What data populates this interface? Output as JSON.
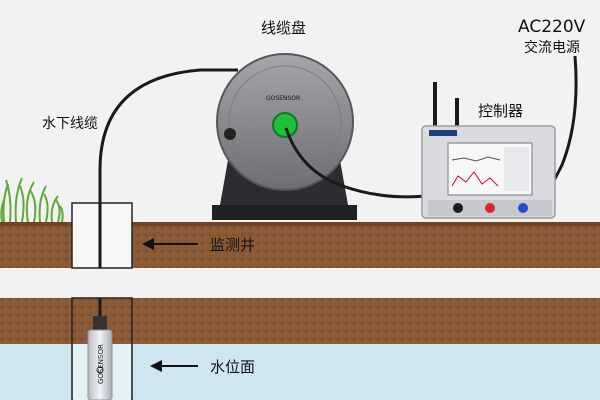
{
  "labels": {
    "cable_reel": "线缆盘",
    "power": "AC220V",
    "power_source": "交流电源",
    "underwater_cable": "水下线缆",
    "controller": "控制器",
    "monitoring_well": "监测井",
    "water_level": "水位面"
  },
  "brand_text": "GOSENSOR",
  "colors": {
    "soil": "#8a5a36",
    "soil_dark": "#6e4426",
    "water": "#cfe6ee",
    "reel": "#8d8f93",
    "green_led": "#1fbf3a",
    "red_knob": "#d9252a",
    "blue_knob": "#1e4fc9"
  }
}
